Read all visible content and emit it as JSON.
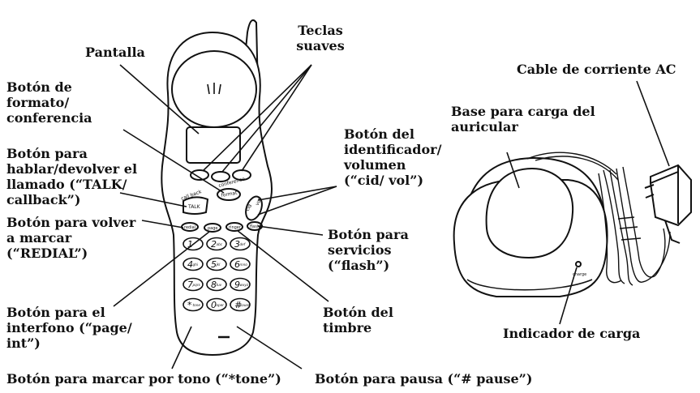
{
  "labels": {
    "pantalla": "Pantalla",
    "teclas_suaves": "Teclas\nsuaves",
    "boton_formato": "Botón de\nformato/\nconferencia",
    "boton_hablar": "Botón para\nhablar/devolver el\nllamado (“TALK/\ncallback”)",
    "boton_volver_marcar": "Botón para volver\na marcar\n(“REDIAL”)",
    "boton_interfono": "Botón para el\ninterfono (“page/\nint”)",
    "boton_tono": "Botón para marcar por tono (“*tone”)",
    "boton_pausa": "Botón para pausa  (“# pause”)",
    "boton_timbre": "Botón del\ntimbre",
    "boton_servicios": "Botón para\nservicios\n(“flash”)",
    "boton_identificador": "Botón del\nidentificador/\nvolumen\n(“cid/ vol”)",
    "base_carga": "Base para carga del\nauricular",
    "cable_ac": "Cable de corriente AC",
    "indicador_carga": "Indicador de carga"
  },
  "handset_keys": {
    "conference": "conference",
    "format": "format",
    "call_back": "call back",
    "talk": "TALK",
    "cid": "cid",
    "vol": "vol",
    "redial": "redial",
    "page": "page",
    "flash": "flash",
    "ringer": "ringer",
    "digits": [
      "1",
      "2",
      "3",
      "4",
      "5",
      "6",
      "7",
      "8",
      "9",
      "*",
      "0",
      "#"
    ],
    "letters": [
      "",
      "abc",
      "def",
      "ghi",
      "jkl",
      "mno",
      "pqrs",
      "tuv",
      "wxyz",
      "tone",
      "oper",
      "pause"
    ]
  },
  "base_text": {
    "charge": "charge"
  }
}
